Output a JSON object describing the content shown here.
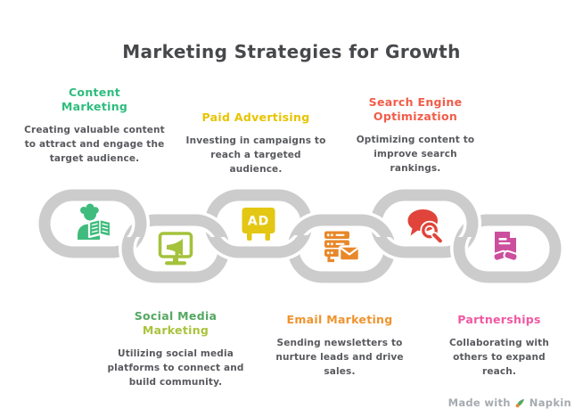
{
  "background_color": "#ffffff",
  "title": {
    "text": "Marketing Strategies for Growth",
    "color": "#47484b"
  },
  "description_color": "#58595d",
  "strategies": [
    {
      "name_lines": [
        "Content",
        "Marketing"
      ],
      "name_colors": [
        "#2ebd7d",
        "#2ebd7d"
      ],
      "description": "Creating valuable content to attract and engage the target audience.",
      "ring_color": "#cdf0dc",
      "icon_color": "#3fbc7d",
      "icon": "person-reading-book"
    },
    {
      "name_lines": [
        "Social Media",
        "Marketing"
      ],
      "name_colors": [
        "#55a763",
        "#a9c33c"
      ],
      "description": "Utilizing social media platforms to connect and build community.",
      "ring_color": "#e9f2ab",
      "icon_color": "#a4c23c",
      "icon": "monitor-megaphone"
    },
    {
      "name_lines": [
        "Paid Advertising"
      ],
      "name_colors": [
        "#e7c400"
      ],
      "description": "Investing in campaigns to reach a targeted audience.",
      "ring_color": "#faf3c0",
      "icon_color": "#e3c713",
      "icon": "ad-billboard",
      "icon_text": "AD"
    },
    {
      "name_lines": [
        "Email Marketing"
      ],
      "name_colors": [
        "#f0932d"
      ],
      "description": "Sending newsletters to nurture leads and drive sales.",
      "ring_color": "#fce4c7",
      "icon_color": "#e8882a",
      "icon": "server-envelope"
    },
    {
      "name_lines": [
        "Search Engine",
        "Optimization"
      ],
      "name_colors": [
        "#f25c49",
        "#f25c49"
      ],
      "description": "Optimizing content to improve search rankings.",
      "ring_color": "#fadad3",
      "icon_color": "#e0443a",
      "icon": "speech-bubble-magnifier"
    },
    {
      "name_lines": [
        "Partnerships"
      ],
      "name_colors": [
        "#f158a2"
      ],
      "description": "Collaborating with others to expand reach.",
      "ring_color": "#fad8ee",
      "icon_color": "#cc4f9d",
      "icon": "document-handshake"
    }
  ],
  "credit": {
    "prefix": "Made with",
    "brand": "Napkin",
    "color": "#a6abb0"
  }
}
